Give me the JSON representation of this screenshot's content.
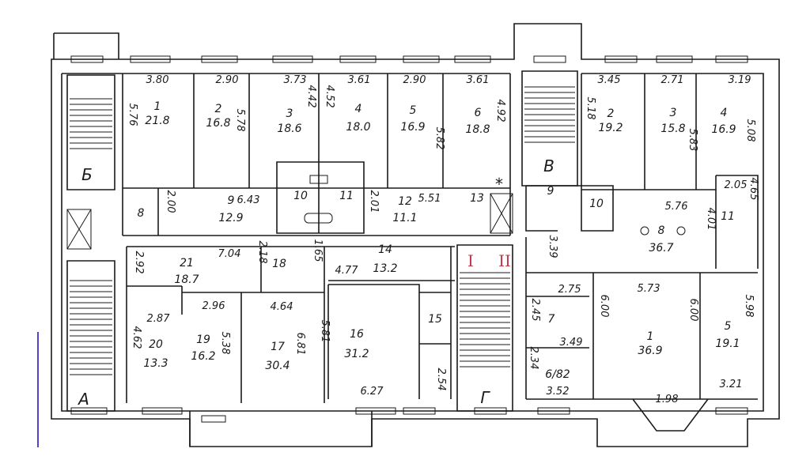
{
  "colors": {
    "ink": "#1a1a1a",
    "section_marks": "#c0394a",
    "scan_edge": "#5a3fd0"
  },
  "stairs": {
    "A": "А",
    "B": "Б",
    "V": "В",
    "G": "Г"
  },
  "sections": {
    "I": "I",
    "II": "II"
  },
  "markers": {
    "star": "*"
  },
  "left_section_rooms": [
    {
      "number": "1",
      "area": "21.8"
    },
    {
      "number": "2",
      "area": "16.8"
    },
    {
      "number": "3",
      "area": "18.6"
    },
    {
      "number": "4",
      "area": "18.0"
    },
    {
      "number": "5",
      "area": "16.9"
    },
    {
      "number": "6",
      "area": "18.8"
    },
    {
      "number": "8",
      "area": null
    },
    {
      "number": "9",
      "area": "12.9"
    },
    {
      "number": "10",
      "area": null
    },
    {
      "number": "11",
      "area": null
    },
    {
      "number": "12",
      "area": "11.1"
    },
    {
      "number": "13",
      "area": null
    },
    {
      "number": "21",
      "area": "18.7"
    },
    {
      "number": "18",
      "area": null
    },
    {
      "number": "14",
      "area": "13.2"
    },
    {
      "number": "20",
      "area": "13.3"
    },
    {
      "number": "19",
      "area": "16.2"
    },
    {
      "number": "17",
      "area": "30.4"
    },
    {
      "number": "16",
      "area": "31.2"
    },
    {
      "number": "15",
      "area": null
    }
  ],
  "right_section_rooms": [
    {
      "number": "2",
      "area": "19.2"
    },
    {
      "number": "3",
      "area": "15.8"
    },
    {
      "number": "4",
      "area": "16.9"
    },
    {
      "number": "9",
      "area": null
    },
    {
      "number": "10",
      "area": null
    },
    {
      "number": "11",
      "area": null
    },
    {
      "number": "8",
      "area": "36.7"
    },
    {
      "number": "7",
      "area": null
    },
    {
      "number": "6/82",
      "area": null
    },
    {
      "number": "1",
      "area": "36.9"
    },
    {
      "number": "5",
      "area": "19.1"
    }
  ],
  "left_dimensions": [
    "3.80",
    "2.90",
    "3.73",
    "3.61",
    "2.90",
    "3.61",
    "5.76",
    "5.78",
    "4.42",
    "4.52",
    "5.82",
    "4.92",
    "2.00",
    "6.43",
    "2.01",
    "5.51",
    "7.04",
    "2.92",
    "2.18",
    "1.65",
    "4.77",
    "2.96",
    "4.64",
    "2.87",
    "4.62",
    "5.38",
    "6.81",
    "5.81",
    "6.27",
    "2.54"
  ],
  "right_dimensions": [
    "3.45",
    "2.71",
    "3.19",
    "5.18",
    "5.83",
    "5.08",
    "5.76",
    "2.05",
    "4.65",
    "4.01",
    "3.39",
    "2.75",
    "2.45",
    "3.49",
    "6.00",
    "6.00",
    "5.73",
    "2.34",
    "3.52",
    "5.98",
    "3.21",
    "1.98"
  ]
}
